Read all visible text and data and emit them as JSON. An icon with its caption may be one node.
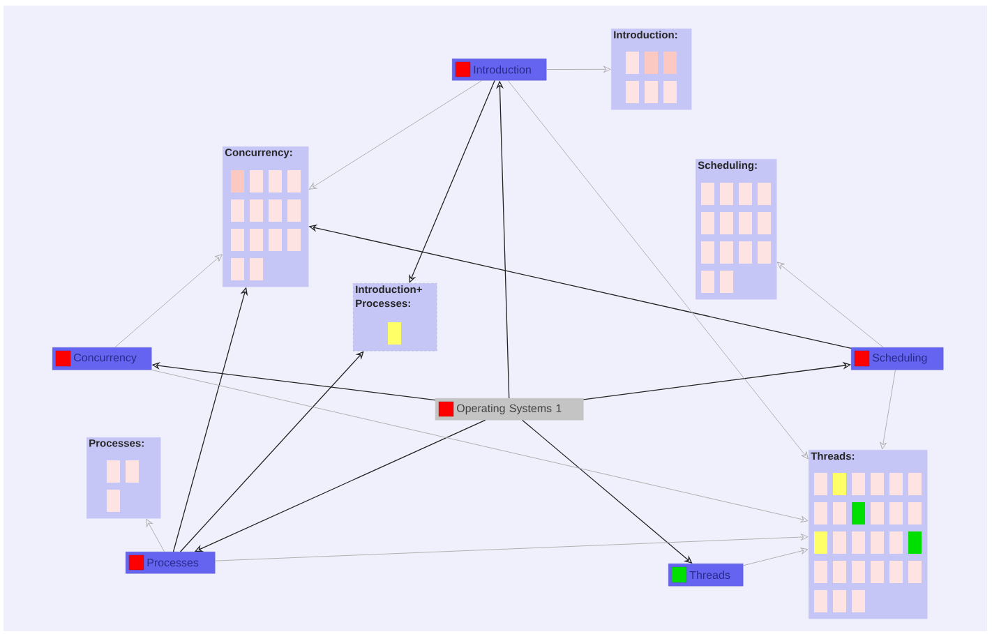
{
  "diagram": {
    "nodes": [
      {
        "text": [
          "Operating Systems 1"
        ]
      },
      {
        "text": [
          "Introduction"
        ]
      },
      {
        "text": [
          "Introduction:"
        ]
      },
      {
        "text": [
          "Concurrency:"
        ]
      },
      {
        "text": [
          "Scheduling:"
        ]
      },
      {
        "text": [
          "Introduction+ Processes:"
        ]
      },
      {
        "text": [
          "Concurrency"
        ]
      },
      {
        "text": [
          "Scheduling"
        ]
      },
      {
        "text": [
          "Processes:"
        ]
      },
      {
        "text": [
          "Processes"
        ]
      },
      {
        "text": [
          "Threads:"
        ]
      },
      {
        "text": [
          "Threads"
        ]
      }
    ],
    "edges": [
      {
        "from": 0,
        "to": 1,
        "arrow": "to",
        "color": "#222222"
      },
      {
        "from": 1,
        "to": 5,
        "arrow": "to",
        "color": "#222222"
      },
      {
        "from": 0,
        "to": 6,
        "arrow": "to",
        "color": "#222222"
      },
      {
        "from": 0,
        "to": 7,
        "arrow": "to",
        "color": "#222222"
      },
      {
        "from": 0,
        "to": 9,
        "arrow": "to",
        "color": "#222222"
      },
      {
        "from": 0,
        "to": 11,
        "arrow": "to",
        "color": "#222222"
      },
      {
        "from": 7,
        "to": 3,
        "arrow": "to",
        "color": "#222222"
      },
      {
        "from": 9,
        "to": 3,
        "arrow": "to",
        "color": "#222222"
      },
      {
        "from": 9,
        "to": 5,
        "arrow": "to",
        "color": "#222222"
      },
      {
        "from": 1,
        "to": 2,
        "arrow": "to"
      },
      {
        "from": 1,
        "to": 3,
        "arrow": "to"
      },
      {
        "from": 1,
        "to": 10,
        "arrow": "to"
      },
      {
        "from": 6,
        "to": 3,
        "arrow": "to"
      },
      {
        "from": 6,
        "to": 10,
        "arrow": "to"
      },
      {
        "from": 7,
        "to": 4,
        "arrow": "to"
      },
      {
        "from": 7,
        "to": 10,
        "arrow": "to"
      },
      {
        "from": 9,
        "to": 8,
        "arrow": "to"
      },
      {
        "from": 9,
        "to": 10,
        "arrow": "to"
      },
      {
        "from": 11,
        "to": 10,
        "arrow": "to"
      }
    ]
  }
}
